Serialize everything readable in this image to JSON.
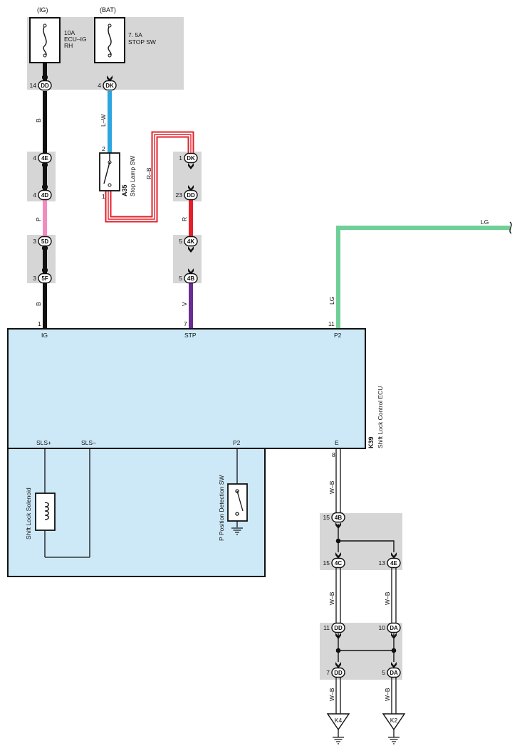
{
  "fuse_ig": {
    "supply": "(IG)",
    "rating": "10A",
    "name_line1": "ECU–IG",
    "name_line2": "RH"
  },
  "fuse_bat": {
    "supply": "(BAT)",
    "rating": "7. 5A",
    "name": "STOP SW"
  },
  "connectors": {
    "ig_dd": {
      "pin": "14",
      "code": "DD"
    },
    "bat_dk": {
      "pin": "4",
      "code": "DK"
    },
    "c4e_top": {
      "pin": "4",
      "code": "4E"
    },
    "c4d": {
      "pin": "4",
      "code": "4D"
    },
    "c5d": {
      "pin": "3",
      "code": "5D"
    },
    "c5f": {
      "pin": "3",
      "code": "5F"
    },
    "dk1": {
      "pin": "1",
      "code": "DK"
    },
    "dd23": {
      "pin": "23",
      "code": "DD"
    },
    "c4k": {
      "pin": "5",
      "code": "4K"
    },
    "c4b_top": {
      "pin": "5",
      "code": "4B"
    },
    "c4b_bot": {
      "pin": "15",
      "code": "4B"
    },
    "c4c": {
      "pin": "15",
      "code": "4C"
    },
    "c4e_bot": {
      "pin": "13",
      "code": "4E"
    },
    "dd11": {
      "pin": "11",
      "code": "DD"
    },
    "da10": {
      "pin": "10",
      "code": "DA"
    },
    "dd7": {
      "pin": "7",
      "code": "DD"
    },
    "da5": {
      "pin": "5",
      "code": "DA"
    }
  },
  "wire_colors": {
    "b1": "B",
    "lw": "L–W",
    "p": "P",
    "b2": "B",
    "rb": "R–B",
    "r": "R",
    "v": "V",
    "lg1": "LG",
    "lg2": "LG",
    "wb1": "W–B",
    "wb2": "W–B",
    "wb3": "W–B",
    "wb4": "W–B",
    "wb5": "W–B"
  },
  "stop_lamp_sw": {
    "code": "A35",
    "name": "Stop Lamp SW",
    "pin_top": "2",
    "pin_bottom": "1"
  },
  "ecu": {
    "code": "K39",
    "name": "Shift Lock Control ECU",
    "pins": {
      "ig": {
        "num": "1",
        "label": "IG"
      },
      "stp": {
        "num": "7",
        "label": "STP"
      },
      "p2_top": {
        "num": "11",
        "label": "P2"
      },
      "e": {
        "num": "8",
        "label": "E"
      }
    },
    "inner_labels": {
      "sls_plus": "SLS+",
      "sls_minus": "SLS–",
      "p2": "P2"
    },
    "solenoid": "Shift Lock Solenoid",
    "p_switch": "P Position Detection SW"
  },
  "grounds": {
    "k4": "K4",
    "k2": "K2"
  },
  "colors": {
    "black": "#111111",
    "light_blue": "#2aa7de",
    "pink": "#f08cc0",
    "red": "#e3202a",
    "violet": "#6a2c91",
    "light_green": "#6fcf97",
    "ecu_fill": "#cde9f7",
    "panel_gray": "#d6d6d6"
  }
}
